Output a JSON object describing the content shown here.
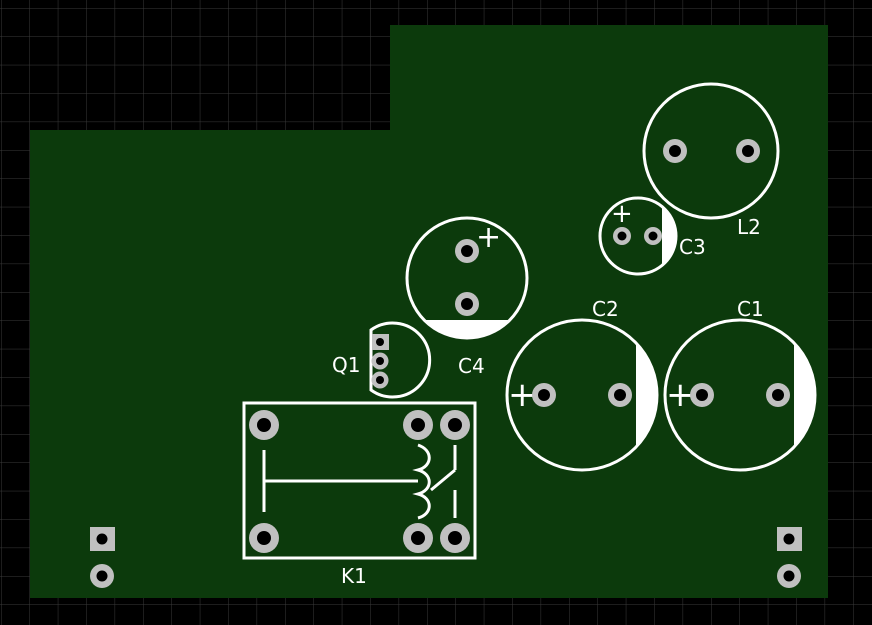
{
  "colors": {
    "background": "#000000",
    "grid": "#3a3a3a",
    "board": "#0c3a0c",
    "silkscreen": "#ffffff",
    "pad_copper": "#c0c0c0",
    "drill_hole": "#000000"
  },
  "components": {
    "L2": {
      "ref": "L2"
    },
    "C3": {
      "ref": "C3",
      "polarity_mark": "+"
    },
    "C4": {
      "ref": "C4",
      "polarity_mark": "+"
    },
    "C2": {
      "ref": "C2",
      "polarity_mark": "+"
    },
    "C1": {
      "ref": "C1",
      "polarity_mark": "+"
    },
    "Q1": {
      "ref": "Q1"
    },
    "K1": {
      "ref": "K1"
    }
  }
}
